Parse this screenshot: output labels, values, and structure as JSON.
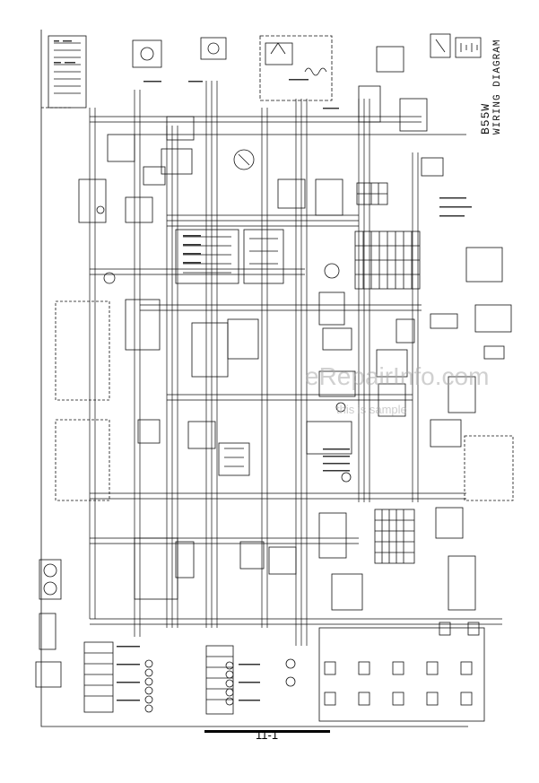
{
  "diagram": {
    "model": "B55W",
    "title": "WIRING DIAGRAM",
    "page_number": "11-1",
    "watermark": {
      "site": "eRepairInfo.com",
      "note": "this is sample"
    }
  }
}
